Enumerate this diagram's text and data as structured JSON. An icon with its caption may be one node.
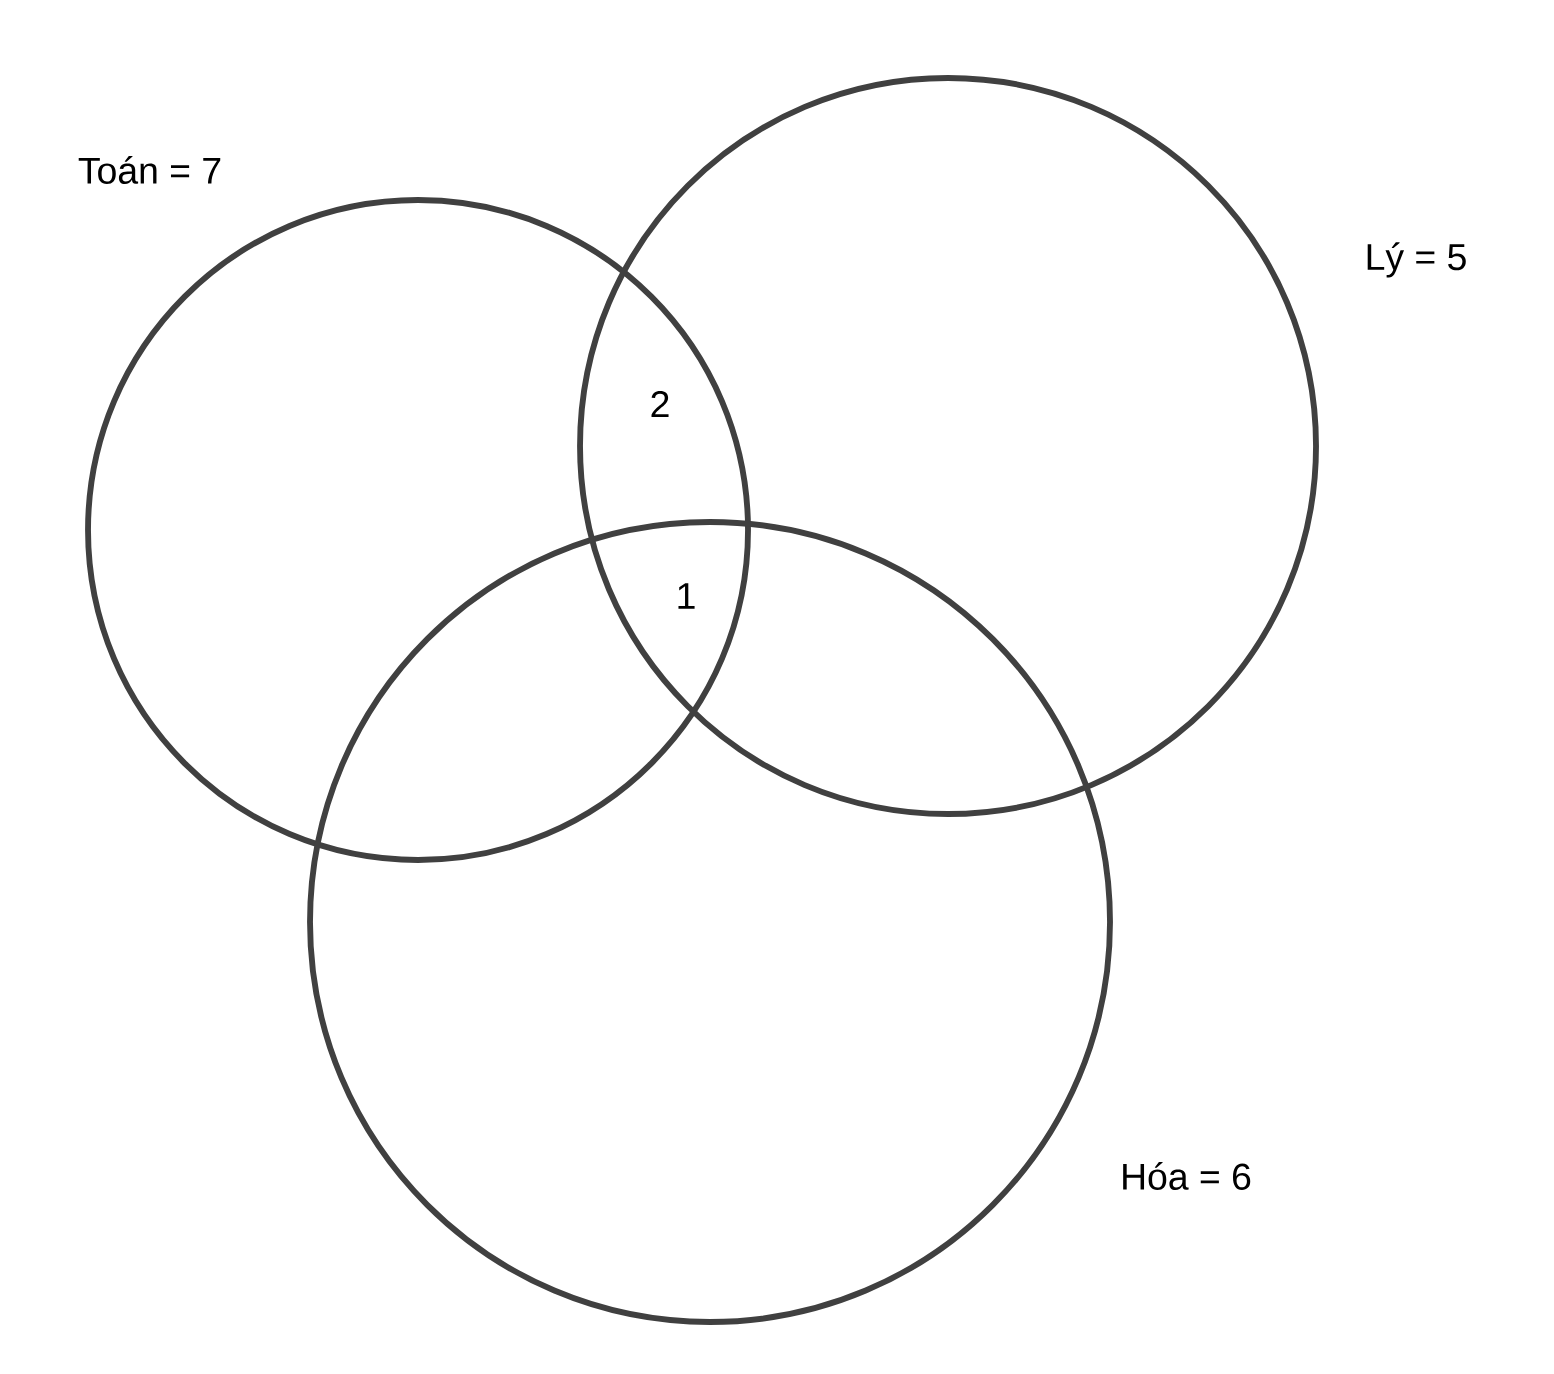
{
  "diagram": {
    "nodes": [
      {
        "text": [
          "Toán = 7"
        ]
      },
      {
        "text": [
          "Lý = 5"
        ]
      },
      {
        "text": [
          "Hóa = 6"
        ]
      }
    ],
    "labels": [
      "2",
      "1"
    ]
  }
}
